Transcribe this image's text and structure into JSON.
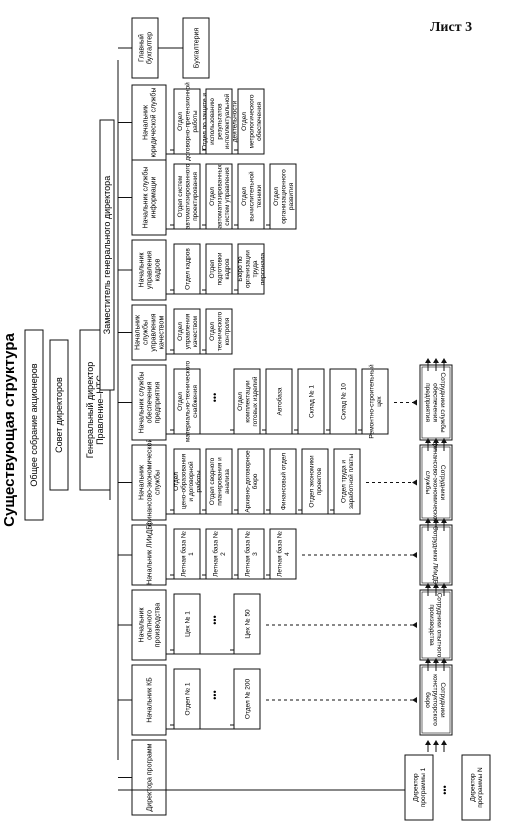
{
  "sheet_label": "Лист 3",
  "title": "Существующая структура",
  "top_chain": [
    "Общее собрание акционеров",
    "Совет директоров",
    "Генеральный директор Правление–НТС"
  ],
  "deputy": "Заместитель генерального директора",
  "accounting": {
    "head": "Главный бухгалтер",
    "units": [
      "Бухгалтерия"
    ]
  },
  "columns": [
    {
      "head": "Директора программ",
      "units": [],
      "bottom": [
        "Директор программы 1",
        "Директор программы N"
      ],
      "ellipsis_bottom": "•••"
    },
    {
      "head": "Начальник КБ",
      "units": [
        "Отдел № 1",
        "Отдел № 200"
      ],
      "ellipsis": "•••",
      "staff": "Сотрудники конструкторского бюро"
    },
    {
      "head": "Начальник опытного производства",
      "units": [
        "Цех № 1",
        "Цех № 50"
      ],
      "ellipsis": "•••",
      "staff": "Сотрудники опытного производства"
    },
    {
      "head": "Начальник ЛИиДБ",
      "units": [
        "Летная база № 1",
        "Летная база № 2",
        "Летная база № 3",
        "Летная база № 4"
      ],
      "staff": "Сотрудники ЛИиДБ"
    },
    {
      "head": "Начальник финансово-экономической службы",
      "units": [
        "Отдел цено-образования и договорной работы",
        "Отдел сводного планирования и анализа",
        "Архивно-договорное бюро",
        "Финансовый отдел",
        "Отдел экономики проектов",
        "Отдел труда и заработной платы"
      ],
      "staff": "Сотрудники финансово-экономической службы"
    },
    {
      "head": "Начальник службы обеспечения предприятия",
      "units": [
        "Отдел материально-технического снабжения",
        "Отдел комплектации готовых изделий",
        "Автобаза",
        "Склад № 1",
        "Склад № 10",
        "Ремонтно-строительный цех"
      ],
      "ellipsis": "•••",
      "staff": "Сотрудники службы обеспечения предприятия"
    },
    {
      "head": "Начальник службы управления качеством",
      "units": [
        "Отдел управления качеством",
        "Отдел технического контроля"
      ]
    },
    {
      "head": "Начальник управления кадров",
      "units": [
        "Отдел кадров",
        "Отдел подготовки кадров",
        "Бюро по организации труда персонала"
      ]
    },
    {
      "head": "Начальник службы информации",
      "units": [
        "Отдел систем автоматизированного проектирования",
        "Отдел автоматизированных систем управления",
        "Отдел вычислительной техники",
        "Отдел организационного развития"
      ]
    },
    {
      "head": "Начальник юридической службы",
      "units": [
        "Отдел договорно-претензионной работы",
        "Отдел по защите и использованию результатов интеллектуальной деятельности",
        "Отдел метрологического обеспечения"
      ]
    }
  ]
}
